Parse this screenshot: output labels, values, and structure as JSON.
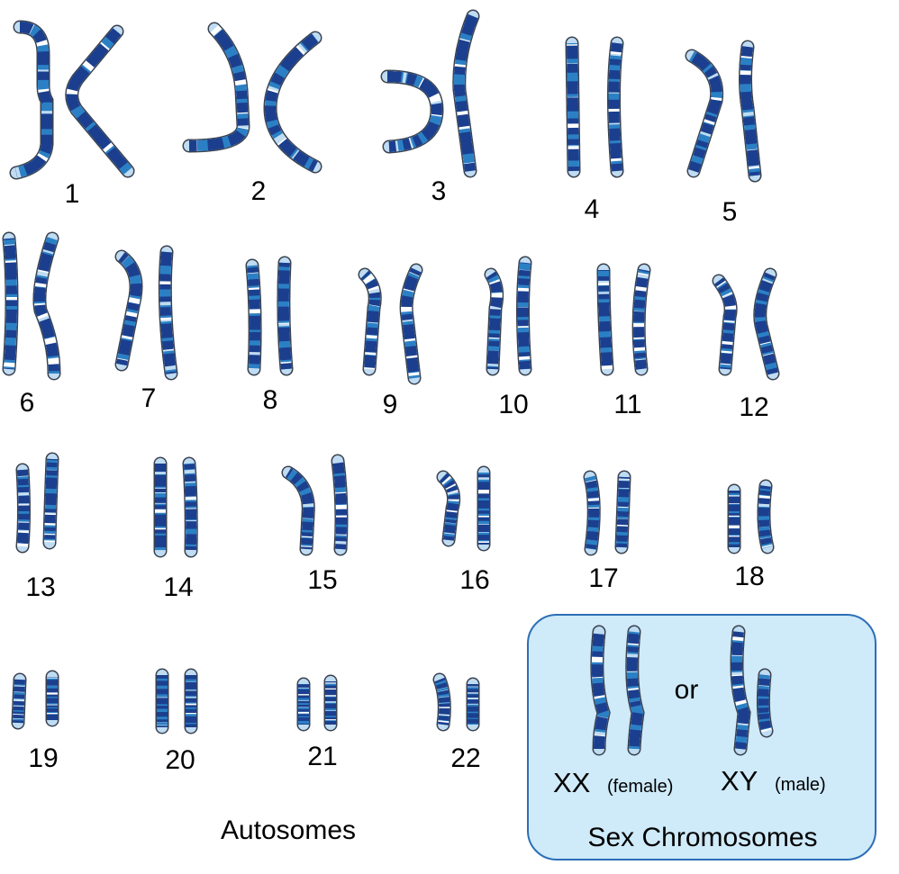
{
  "autosomes": {
    "title": "Autosomes",
    "labels": [
      "1",
      "2",
      "3",
      "4",
      "5",
      "6",
      "7",
      "8",
      "9",
      "10",
      "11",
      "12",
      "13",
      "14",
      "15",
      "16",
      "17",
      "18",
      "19",
      "20",
      "21",
      "22"
    ]
  },
  "sex_chromosomes": {
    "title": "Sex Chromosomes",
    "or_label": "or",
    "female_code": "XX",
    "female_label": "(female)",
    "male_code": "XY",
    "male_label": "(male)"
  },
  "colors": {
    "light": "#bfdcf2",
    "mid": "#2b80c5",
    "dark": "#1b3f8e",
    "outline": "#3a4250",
    "box_fill": "#cfeaf9",
    "box_stroke": "#2c6fb7"
  }
}
